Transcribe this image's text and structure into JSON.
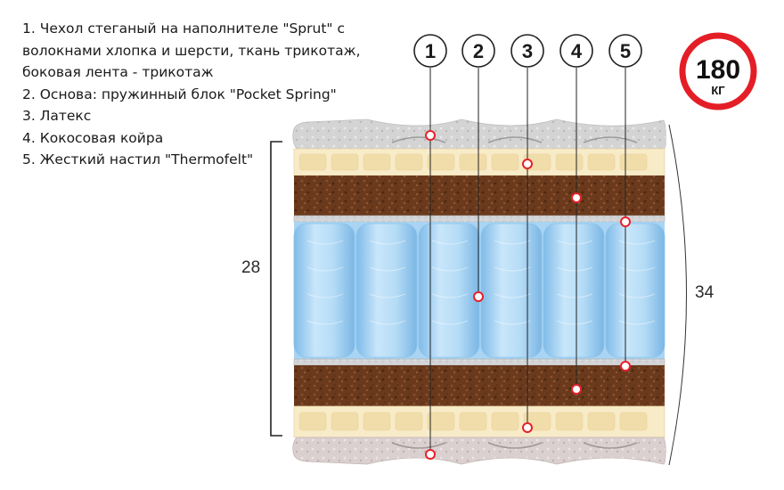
{
  "legend": {
    "items": [
      "1. Чехол стеганый на наполнителе \"Sprut\" с волокнами хлопка и шерсти, ткань трикотаж, боковая лента - трикотаж",
      "2. Основа:  пружинный блок  \"Pocket Spring\"",
      "3. Латекс",
      "4. Кокосовая койра",
      "5. Жесткий настил \"Thermofelt\""
    ]
  },
  "markers": [
    "1",
    "2",
    "3",
    "4",
    "5"
  ],
  "dimensions": {
    "inner": "28",
    "total": "34"
  },
  "badge": {
    "value": "180",
    "unit": "КГ"
  },
  "colors": {
    "latex": "#f8ebc8",
    "coir": "#6b3a1d",
    "springs": "#a9d4f3",
    "felt": "#d2d4d6",
    "cover_top": "#d6d6d6",
    "cover_bottom": "#dcd2d2",
    "marker": "#e8202a",
    "badge_ring": "#e41e26"
  }
}
